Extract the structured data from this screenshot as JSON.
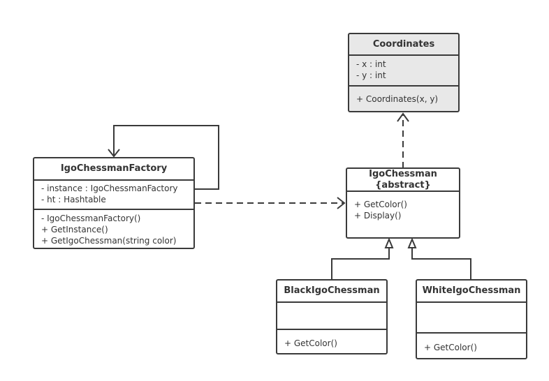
{
  "diagram": {
    "coordinates": {
      "name": "Coordinates",
      "attributes": [
        "- x : int",
        "- y : int"
      ],
      "operations": [
        "+ Coordinates(x, y)"
      ]
    },
    "factory": {
      "name": "IgoChessmanFactory",
      "attributes": [
        "- instance : IgoChessmanFactory",
        "- ht : Hashtable"
      ],
      "operations": [
        "- IgoChessmanFactory()",
        "+ GetInstance()",
        "+ GetIgoChessman(string color)"
      ]
    },
    "chessman": {
      "name": "IgoChessman",
      "stereotype": "{abstract}",
      "operations": [
        "+ GetColor()",
        "+ Display()"
      ]
    },
    "black": {
      "name": "BlackIgoChessman",
      "operations": [
        "+ GetColor()"
      ]
    },
    "white": {
      "name": "WhiteIgoChessman",
      "operations": [
        "+ GetColor()"
      ]
    }
  }
}
